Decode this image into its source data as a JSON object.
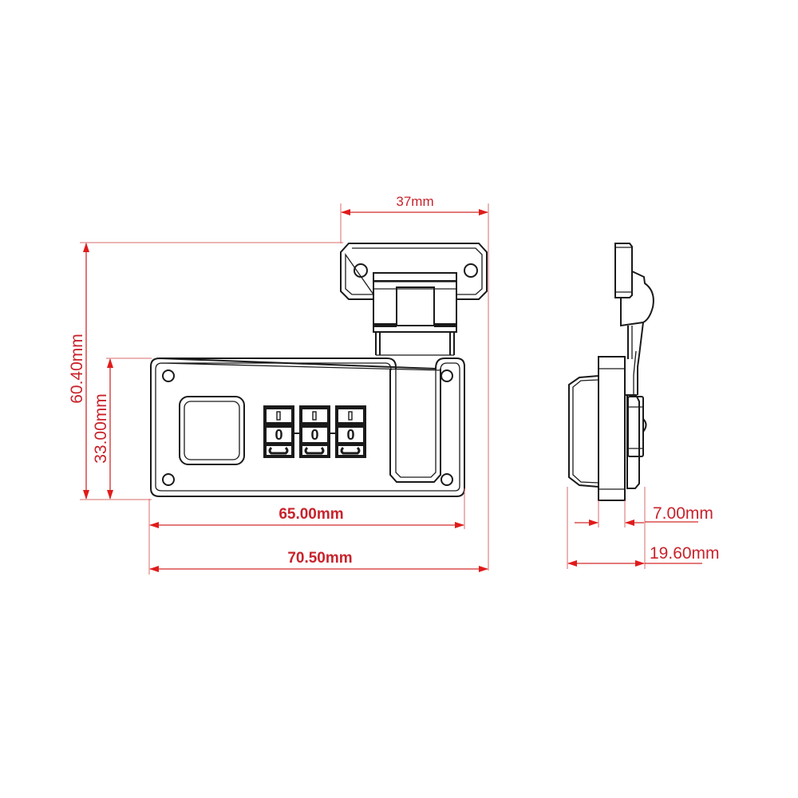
{
  "diagram": {
    "subject": "combination lock hasp",
    "views": [
      "front-view",
      "side-view"
    ],
    "colors": {
      "dimension": "#d42a2a",
      "outline": "#1a1a1a",
      "background": "#ffffff"
    },
    "dimensions": {
      "hasp_width": {
        "label": "37mm",
        "value": 37,
        "unit": "mm"
      },
      "total_height": {
        "label": "60.40mm",
        "value": 60.4,
        "unit": "mm"
      },
      "body_height": {
        "label": "33.00mm",
        "value": 33.0,
        "unit": "mm"
      },
      "body_width_inner": {
        "label": "65.00mm",
        "value": 65.0,
        "unit": "mm"
      },
      "total_width": {
        "label": "70.50mm",
        "value": 70.5,
        "unit": "mm"
      },
      "side_thickness": {
        "label": "7.00mm",
        "value": 7.0,
        "unit": "mm"
      },
      "total_depth": {
        "label": "19.60mm",
        "value": 19.6,
        "unit": "mm"
      }
    },
    "combination_dials": [
      {
        "index": 1,
        "digit": "0"
      },
      {
        "index": 2,
        "digit": "0"
      },
      {
        "index": 3,
        "digit": "0"
      }
    ]
  }
}
